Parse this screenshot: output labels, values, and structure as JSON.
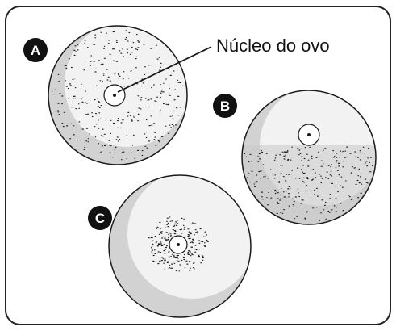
{
  "callout": {
    "label": "Núcleo do ovo"
  },
  "eggs": [
    {
      "id": "A",
      "badge": "A",
      "yolk_distribution": "scattered throughout"
    },
    {
      "id": "B",
      "badge": "B",
      "yolk_distribution": "concentrated in lower hemisphere"
    },
    {
      "id": "C",
      "badge": "C",
      "yolk_distribution": "concentrated around nucleus"
    }
  ],
  "colors": {
    "frame_stroke": "#222222",
    "egg_fill_light": "#f2f2f2",
    "egg_fill_shadow": "#d2d2d2",
    "egg_stroke": "#1a1a1a",
    "yolk_dot": "#1a1a1a",
    "badge_fill": "#111111"
  }
}
